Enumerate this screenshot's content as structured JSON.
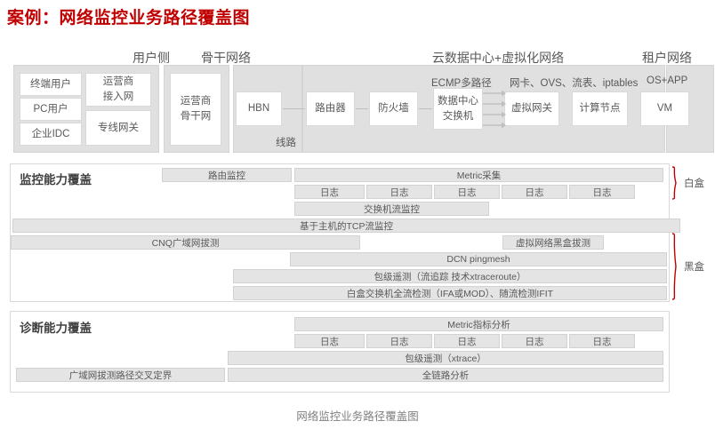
{
  "title": "案例：网络监控业务路径覆盖图",
  "caption": "网络监控业务路径覆盖图",
  "colors": {
    "title_red": "#c00000",
    "brace_red": "#c00000",
    "panel_gray": "#e0e0e0",
    "bar_gray": "#e4e4e4",
    "node_white": "#ffffff",
    "text_gray": "#595959"
  },
  "zones": [
    {
      "id": "user-side",
      "label": "用户侧"
    },
    {
      "id": "backbone",
      "label": "骨干网络"
    },
    {
      "id": "cloud-dc",
      "label": "云数据中心+虚拟化网络"
    },
    {
      "id": "tenant",
      "label": "租户网络"
    }
  ],
  "architecture": {
    "user_side_nodes": [
      {
        "label": "终端用户"
      },
      {
        "label": "PC用户"
      },
      {
        "label": "企业IDC"
      },
      {
        "label": "运营商\n接入网"
      },
      {
        "label": "专线网关"
      }
    ],
    "backbone_nodes": [
      {
        "label": "运营商\n骨干网"
      }
    ],
    "line_zone_nodes": [
      {
        "label": "HBN"
      }
    ],
    "line_label": "线路",
    "cloud_nodes": [
      {
        "label": "路由器"
      },
      {
        "label": "防火墙"
      },
      {
        "label": "数据中心\n交换机"
      },
      {
        "label": "虚拟网关"
      },
      {
        "label": "计算节点"
      }
    ],
    "tenant_nodes": [
      {
        "label": "VM"
      }
    ],
    "annotations": [
      {
        "label": "ECMP多路径"
      },
      {
        "label": "网卡、OVS、流表、iptables"
      },
      {
        "label": "OS+APP"
      }
    ]
  },
  "monitoring": {
    "title": "监控能力覆盖",
    "bars": [
      {
        "label": "路由监控"
      },
      {
        "label": "Metric采集"
      },
      {
        "label": "日志"
      },
      {
        "label": "日志"
      },
      {
        "label": "日志"
      },
      {
        "label": "日志"
      },
      {
        "label": "日志"
      },
      {
        "label": "交换机流监控"
      },
      {
        "label": "基于主机的TCP流监控"
      },
      {
        "label": "CNQ广域网拔测"
      },
      {
        "label": "虚拟网络黑盒拔测"
      },
      {
        "label": "DCN pingmesh"
      },
      {
        "label": "包级遥测（流追踪 技术xtraceroute）"
      },
      {
        "label": "白盒交换机全流检测（IFA或MOD）、随流检测IFIT"
      }
    ],
    "braces": [
      {
        "label": "白盒"
      },
      {
        "label": "黑盒"
      }
    ]
  },
  "diagnostics": {
    "title": "诊断能力覆盖",
    "bars": [
      {
        "label": "Metric指标分析"
      },
      {
        "label": "日志"
      },
      {
        "label": "日志"
      },
      {
        "label": "日志"
      },
      {
        "label": "日志"
      },
      {
        "label": "日志"
      },
      {
        "label": "包级遥测（xtrace）"
      },
      {
        "label": "广域网拔测路径交叉定界"
      },
      {
        "label": "全链路分析"
      }
    ]
  }
}
